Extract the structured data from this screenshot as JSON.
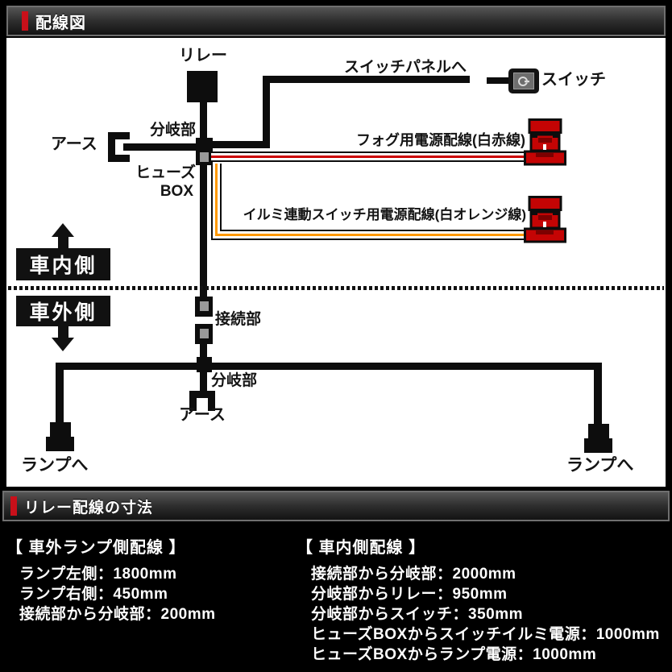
{
  "colors": {
    "page_bg": "#000000",
    "diagram_bg": "#ffffff",
    "accent_red": "#c8101a",
    "wire_red": "#cc0000",
    "wire_orange": "#ff9900",
    "connector_red": "#c40404",
    "connector_dark_red": "#7c0000"
  },
  "header": {
    "title": "配線図"
  },
  "diagram": {
    "labels": {
      "relay": "リレー",
      "switch_panel": "スイッチパネルへ",
      "switch": "スイッチ",
      "earth_top": "アース",
      "branch_top": "分岐部",
      "fuse_box_line1": "ヒューズ",
      "fuse_box_line2": "BOX",
      "fog_wire": "フォグ用電源配線(白赤線)",
      "illumi_wire": "イルミ連動スイッチ用電源配線(白オレンジ線)",
      "inside_vehicle": "車内側",
      "outside_vehicle": "車外側",
      "connection": "接続部",
      "branch_bottom": "分岐部",
      "earth_bottom": "アース",
      "lamp_left": "ランプへ",
      "lamp_right": "ランプへ"
    }
  },
  "dimensions_header": {
    "title": "リレー配線の寸法"
  },
  "dimensions": {
    "outside_section": {
      "heading": "【 車外ランプ側配線 】",
      "items": [
        "ランプ左側：1800mm",
        "ランプ右側：450mm",
        "接続部から分岐部：200mm"
      ]
    },
    "inside_section": {
      "heading": "【 車内側配線 】",
      "items": [
        "接続部から分岐部：2000mm",
        "分岐部からリレー：950mm",
        "分岐部からスイッチ：350mm",
        "ヒューズBOXからスイッチイルミ電源：1000mm",
        "ヒューズBOXからランプ電源：1000mm"
      ]
    }
  }
}
